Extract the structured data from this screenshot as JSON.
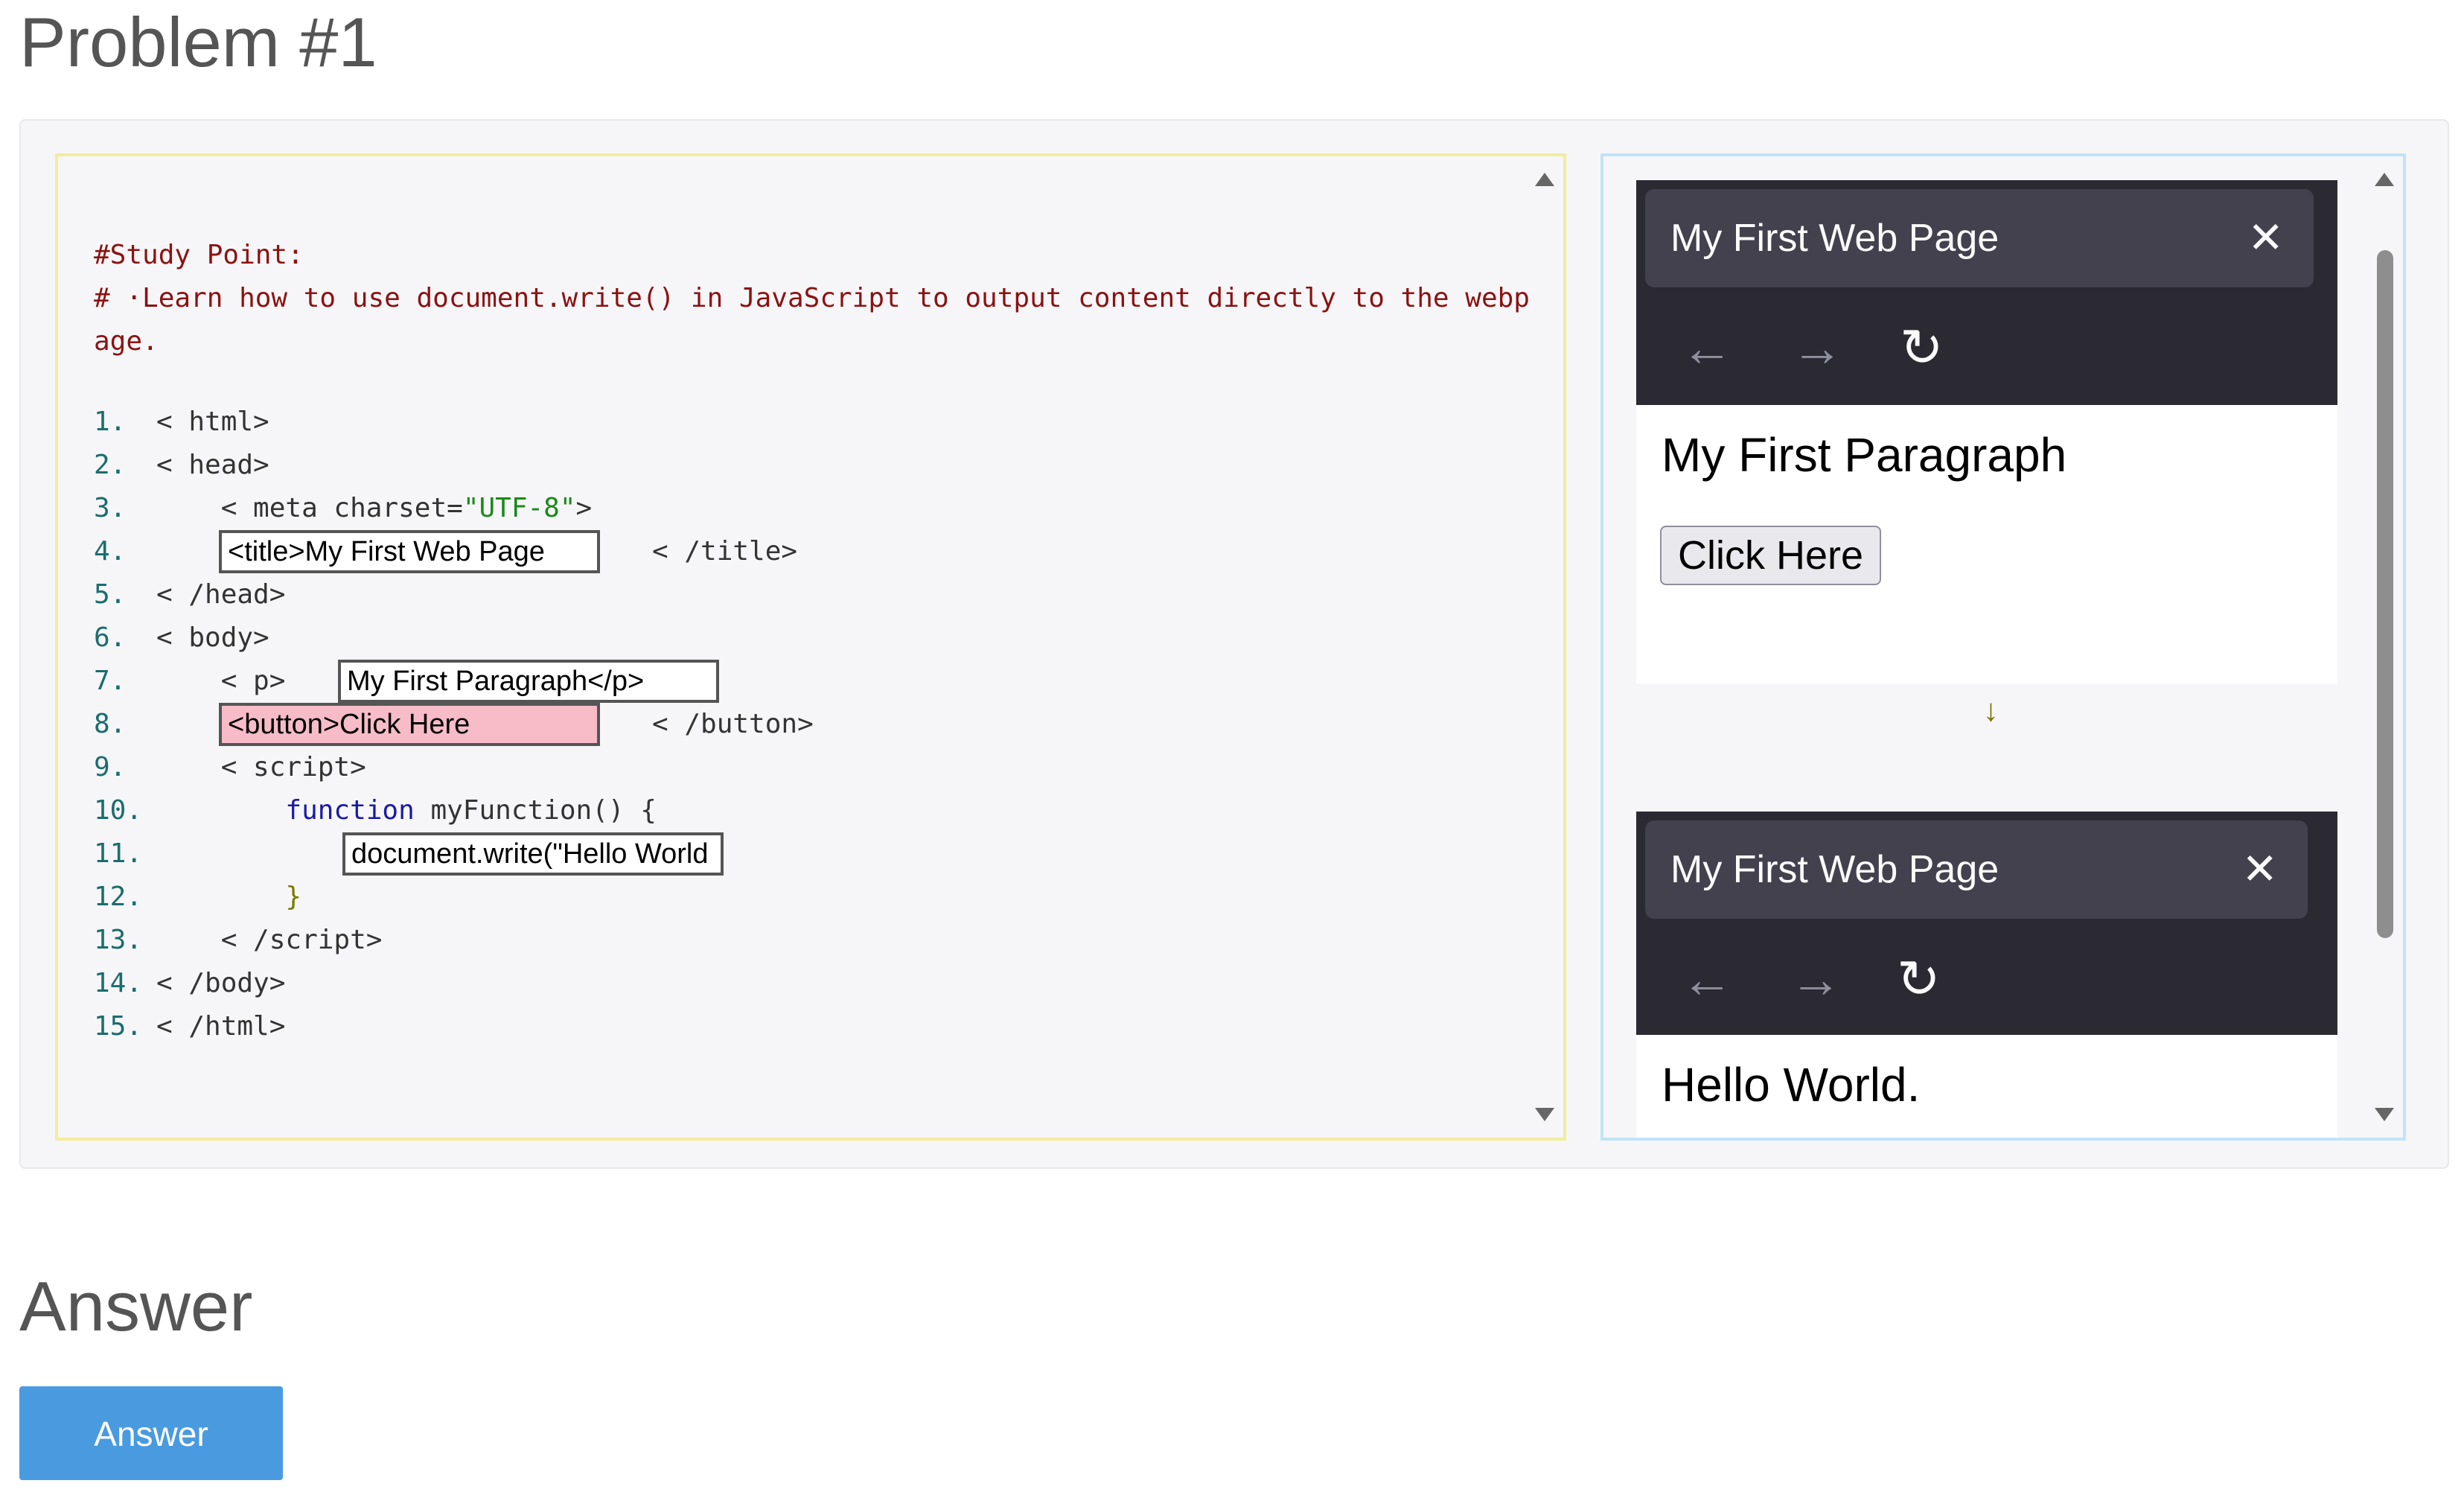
{
  "page": {
    "title": "Problem #1"
  },
  "editor": {
    "comment_lines": [
      "#Study Point:",
      "# ·Learn how to use document.write() in JavaScript to output content directly to the webp",
      "age."
    ],
    "lines": [
      {
        "num": "1.",
        "text": "< html>"
      },
      {
        "num": "2.",
        "text": "< head>"
      },
      {
        "num": "3.",
        "pre": "    < meta charset=",
        "str": "\"UTF-8\"",
        "post": ">"
      },
      {
        "num": "4.",
        "post": "< /title>"
      },
      {
        "num": "5.",
        "text": "< /head>"
      },
      {
        "num": "6.",
        "text": "< body>"
      },
      {
        "num": "7.",
        "pre": "    < p>"
      },
      {
        "num": "8.",
        "post": "< /button>"
      },
      {
        "num": "9.",
        "text": "    < script>"
      },
      {
        "num": "10.",
        "kw": "function",
        "post": " myFunction() {"
      },
      {
        "num": "11."
      },
      {
        "num": "12.",
        "text": "        }"
      },
      {
        "num": "13.",
        "text": "    < /script>"
      },
      {
        "num": "14.",
        "text": "< /body>"
      },
      {
        "num": "15.",
        "text": "< /html>"
      }
    ],
    "blanks": {
      "title": "<title>My First Web Page",
      "p": "My First Paragraph</p>",
      "button": "<button>Click Here",
      "write": "document.write(\"Hello World"
    }
  },
  "preview": {
    "browser1": {
      "tab_title": "My First Web Page",
      "close": "✕",
      "back": "←",
      "forward": "→",
      "reload": "↻",
      "paragraph": "My First Paragraph",
      "button_label": "Click Here"
    },
    "transition_arrow": "↓",
    "browser2": {
      "tab_title": "My First Web Page",
      "close": "✕",
      "back": "←",
      "forward": "→",
      "reload": "↻",
      "output": "Hello World."
    }
  },
  "answer": {
    "heading": "Answer",
    "button_label": "Answer",
    "button_color": "#4a9ae0"
  }
}
